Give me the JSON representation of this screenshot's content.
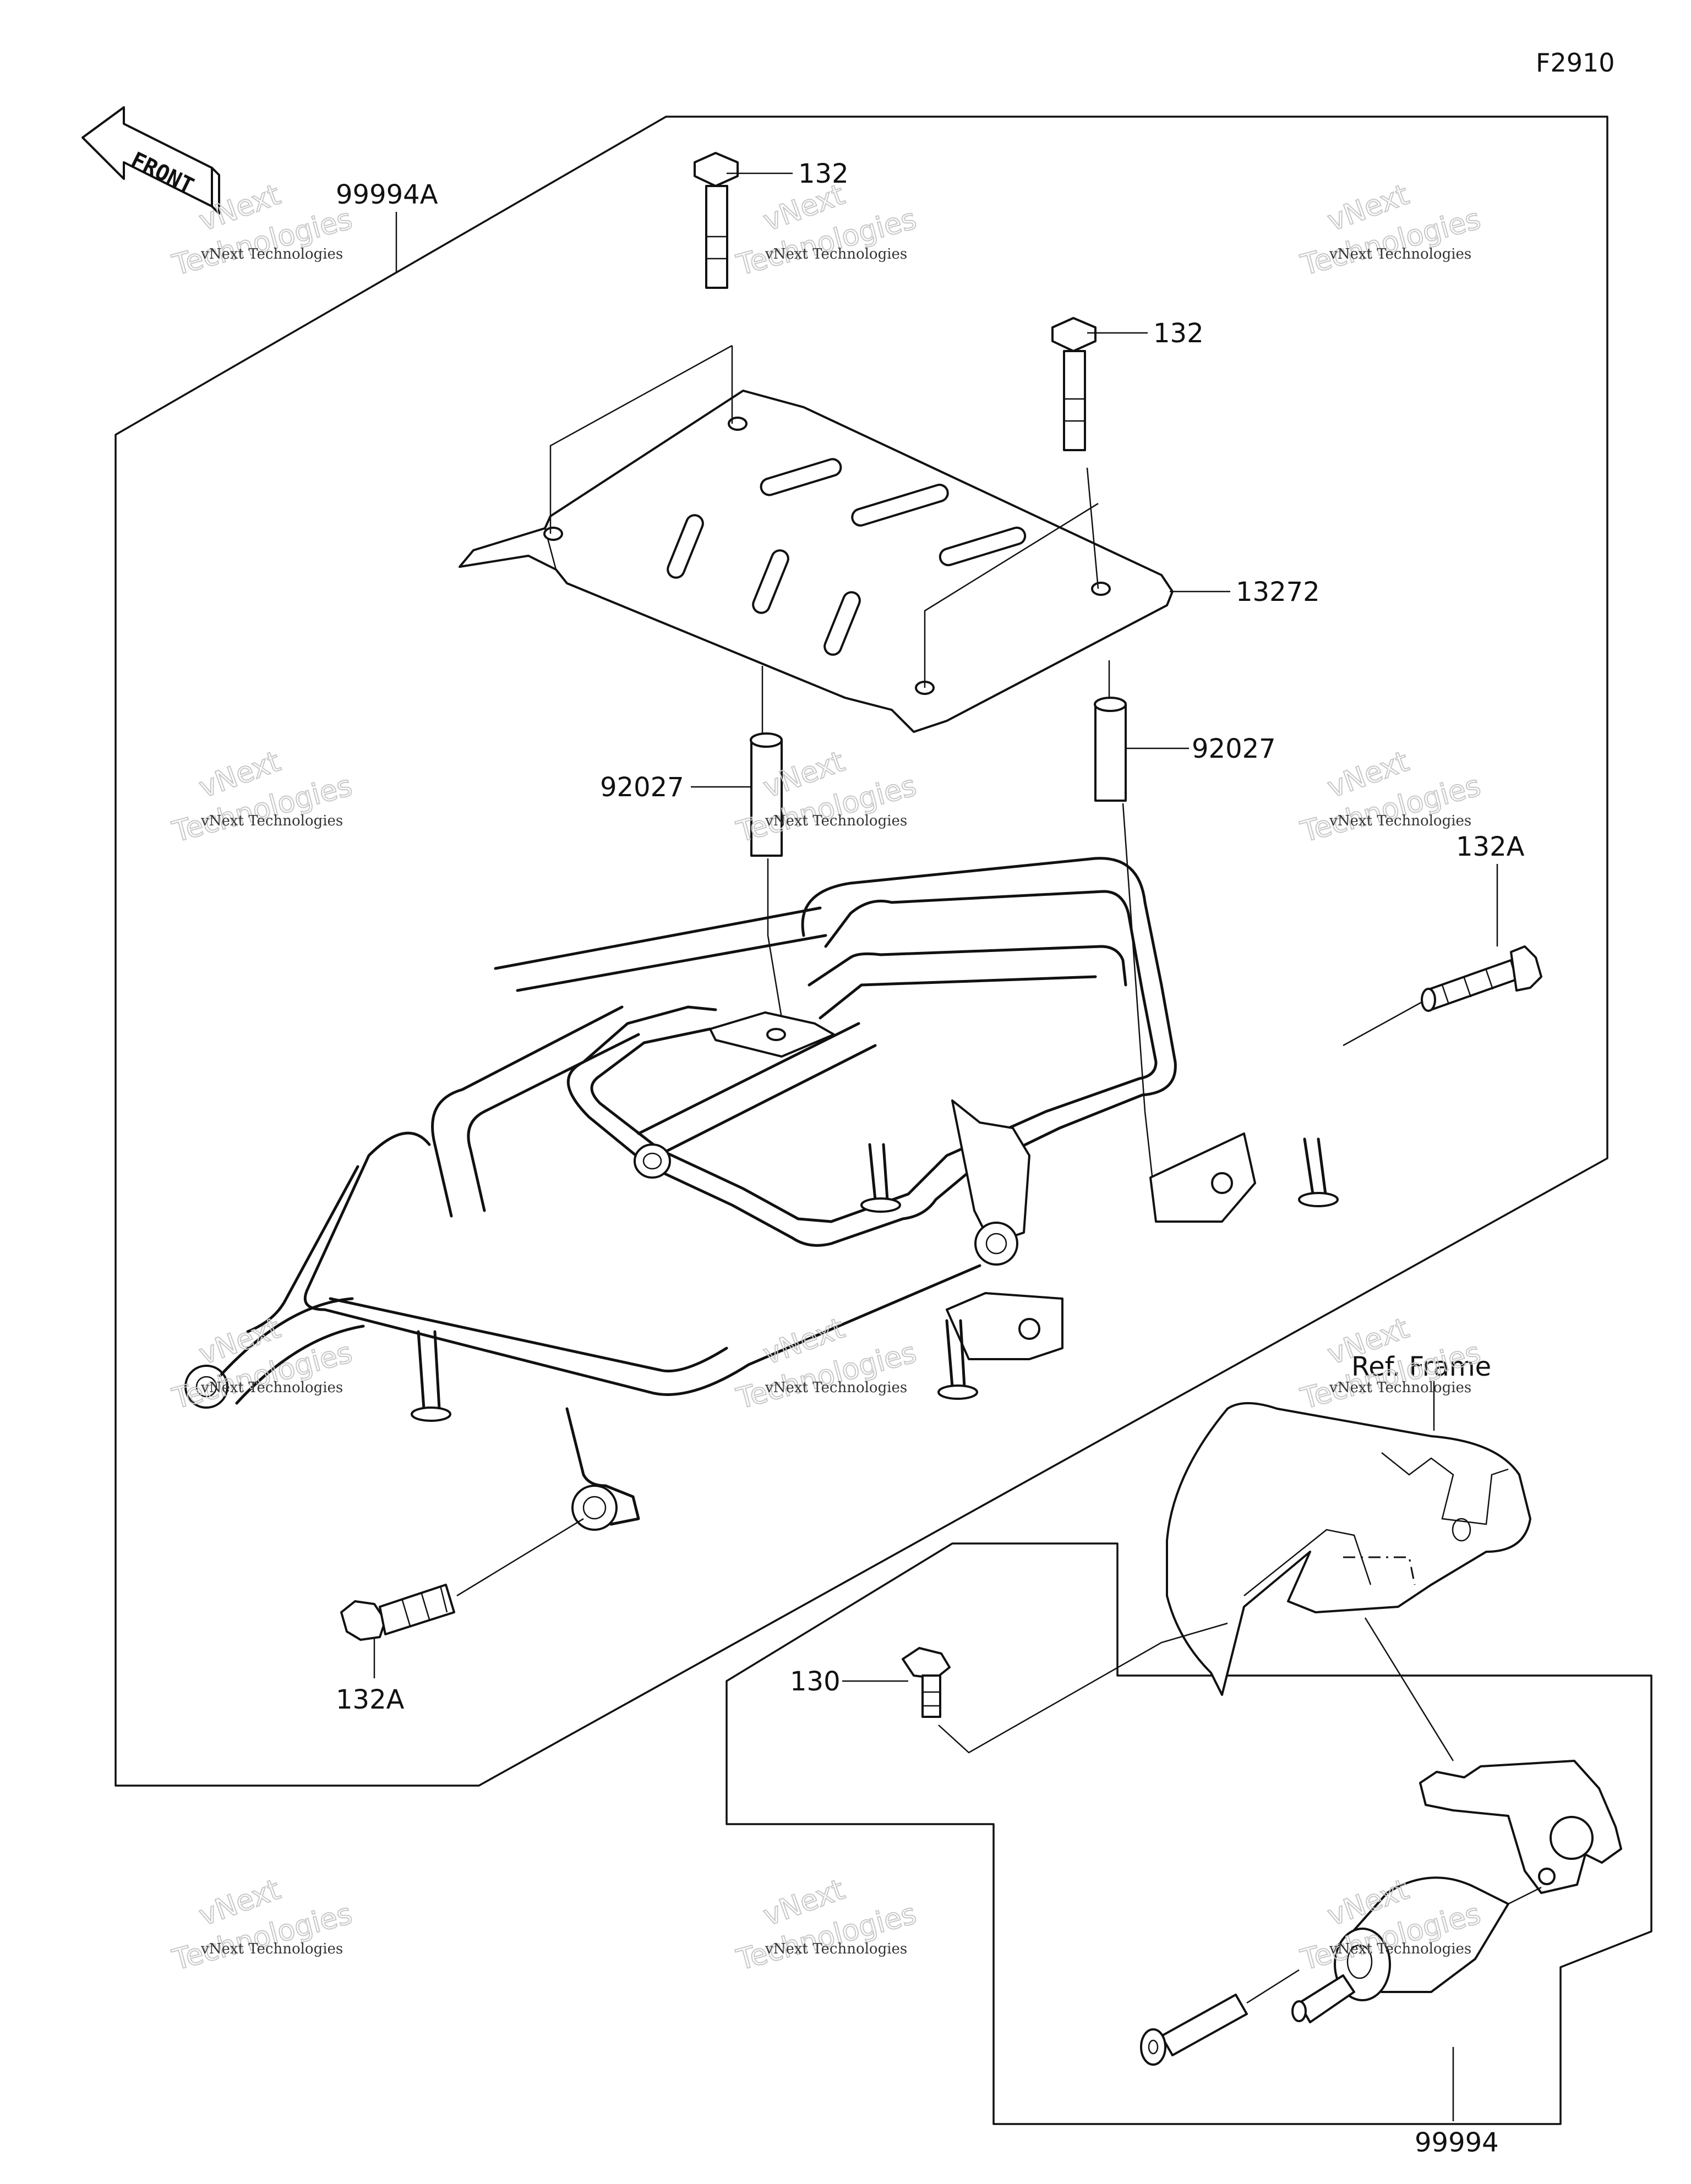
{
  "diagram": {
    "code": "F2910",
    "front_label": "FRONT",
    "ref_label": "Ref. Frame",
    "watermark": {
      "line1": "vNext Technologies",
      "line2": "vNext",
      "line3": "Technologies"
    },
    "callouts": {
      "kit_main": "99994A",
      "bolt_top_left": "132",
      "bolt_top_right": "132",
      "plate": "13272",
      "collar_left": "92027",
      "collar_right": "92027",
      "bolt_side_right": "132A",
      "bolt_bottom_left": "132A",
      "bolt_small": "130",
      "kit_lock": "99994"
    }
  }
}
